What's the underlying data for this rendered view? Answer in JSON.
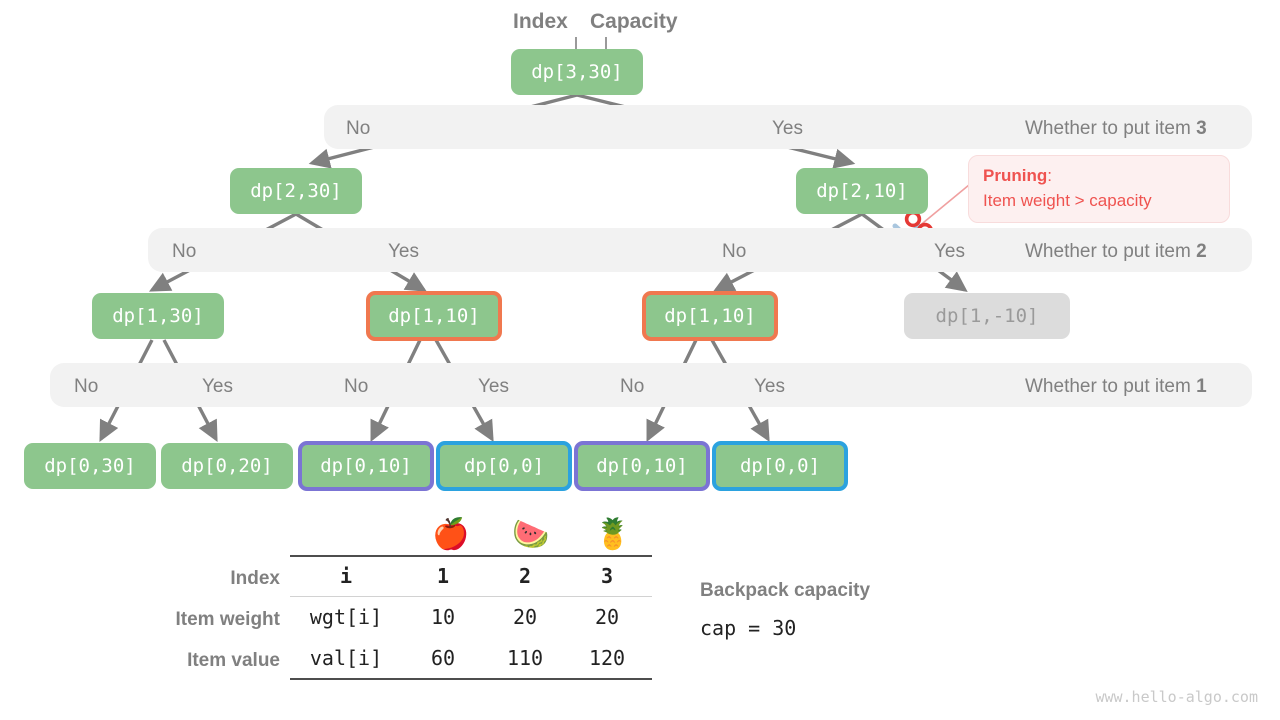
{
  "headers": {
    "index_label": "Index",
    "capacity_label": "Capacity"
  },
  "tree": {
    "levels": [
      {
        "nodes": [
          {
            "label": "dp[3,30]",
            "style": "plain"
          }
        ]
      },
      {
        "nodes": [
          {
            "label": "dp[2,30]",
            "style": "plain"
          },
          {
            "label": "dp[2,10]",
            "style": "plain"
          }
        ]
      },
      {
        "nodes": [
          {
            "label": "dp[1,30]",
            "style": "plain"
          },
          {
            "label": "dp[1,10]",
            "style": "orange"
          },
          {
            "label": "dp[1,10]",
            "style": "orange"
          },
          {
            "label": "dp[1,-10]",
            "style": "pruned"
          }
        ]
      },
      {
        "nodes": [
          {
            "label": "dp[0,30]",
            "style": "plain"
          },
          {
            "label": "dp[0,20]",
            "style": "plain"
          },
          {
            "label": "dp[0,10]",
            "style": "purple"
          },
          {
            "label": "dp[0,0]",
            "style": "blue"
          },
          {
            "label": "dp[0,10]",
            "style": "purple"
          },
          {
            "label": "dp[0,0]",
            "style": "blue"
          }
        ]
      }
    ]
  },
  "bands": [
    {
      "right_label_prefix": "Whether to put item ",
      "right_label_item": "3",
      "choices": [
        "No",
        "Yes"
      ]
    },
    {
      "right_label_prefix": "Whether to put item ",
      "right_label_item": "2",
      "choices": [
        "No",
        "Yes",
        "No",
        "Yes"
      ]
    },
    {
      "right_label_prefix": "Whether to put item ",
      "right_label_item": "1",
      "choices": [
        "No",
        "Yes",
        "No",
        "Yes",
        "No",
        "Yes"
      ]
    }
  ],
  "pruning": {
    "title": "Pruning",
    "colon": ":",
    "reason": "Item weight > capacity",
    "icon": "scissors-icon",
    "color": "#ef5350"
  },
  "spec_table": {
    "fruits": [
      "apple-icon",
      "watermelon-icon",
      "pineapple-icon"
    ],
    "row_labels": [
      "Index",
      "Item weight",
      "Item value"
    ],
    "rows": [
      {
        "key": "i",
        "values": [
          "1",
          "2",
          "3"
        ]
      },
      {
        "key": "wgt[i]",
        "values": [
          "10",
          "20",
          "20"
        ]
      },
      {
        "key": "val[i]",
        "values": [
          "60",
          "110",
          "120"
        ]
      }
    ]
  },
  "capacity": {
    "title": "Backpack capacity",
    "value": "cap = 30"
  },
  "watermark": "www.hello-algo.com",
  "colors": {
    "node_fill": "#8dc68d",
    "band_fill": "#f2f2f2",
    "orange_border": "#f0784f",
    "purple_border": "#7b74d4",
    "blue_border": "#2ba2df",
    "pruned_fill": "#dcdcdc",
    "arrow": "#808080",
    "accent_red": "#ef5350"
  }
}
